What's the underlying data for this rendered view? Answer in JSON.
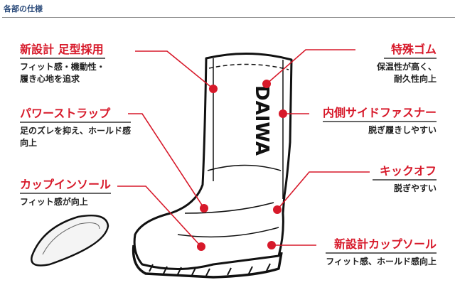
{
  "header": {
    "title": "各部の仕様"
  },
  "brand_logo": "DAIWA",
  "features": [
    {
      "title": "新設計 足型採用",
      "desc": [
        "フィット感・機動性・",
        "履き心地を追求"
      ]
    },
    {
      "title": "パワーストラップ",
      "desc": [
        "足のズレを抑え、ホールド感",
        "向上"
      ]
    },
    {
      "title": "カップインソール",
      "desc": [
        "フィット感が向上"
      ]
    },
    {
      "title": "特殊ゴム",
      "desc": [
        "保温性が高く、",
        "耐久性向上"
      ]
    },
    {
      "title": "内側サイドファスナー",
      "desc": [
        "脱ぎ履きしやすい"
      ]
    },
    {
      "title": "キックオフ",
      "desc": [
        "脱ぎやすい"
      ]
    },
    {
      "title": "新設計カップソール",
      "desc": [
        "フィット感、ホールド感向上"
      ]
    }
  ],
  "colors": {
    "accent": "#d7192a",
    "header": "#2a4a7a"
  }
}
